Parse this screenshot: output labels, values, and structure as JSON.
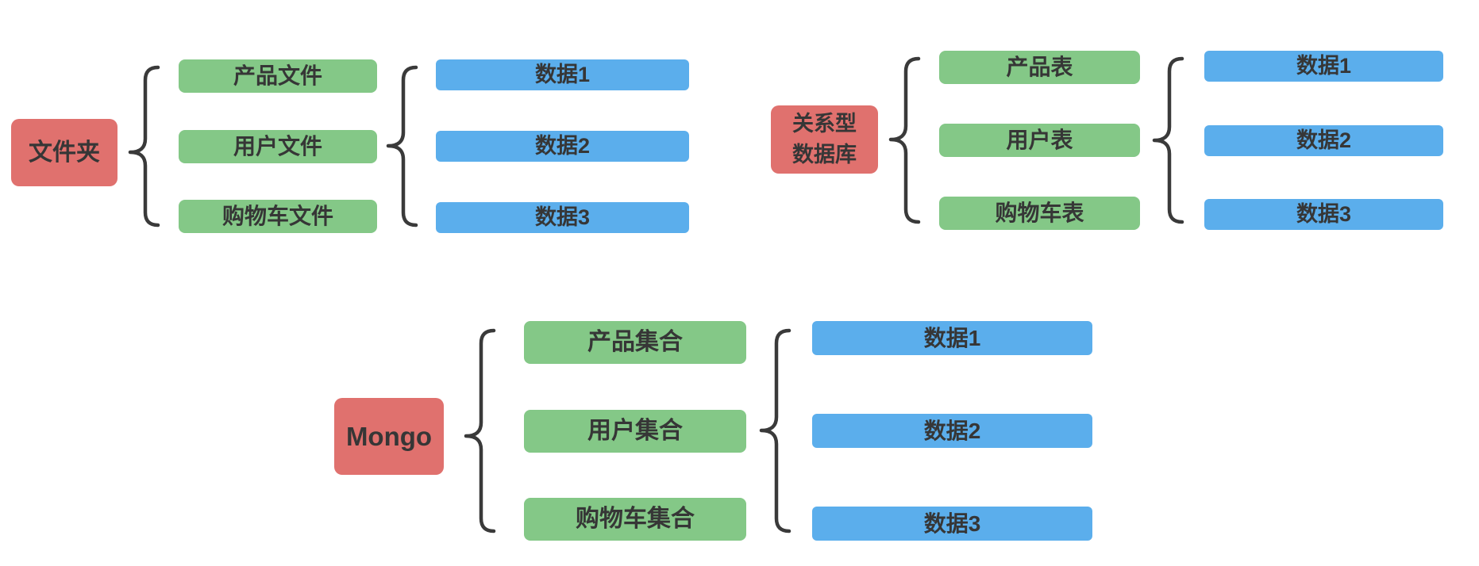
{
  "diagram": {
    "colors": {
      "root_fill": "#E0716E",
      "branch_fill": "#84C887",
      "leaf_fill": "#5BAEEC",
      "text": "#363636",
      "brace_stroke": "#3A3A3A",
      "background": "#FFFFFF"
    },
    "groups": [
      {
        "name": "folder",
        "root_lines": [
          "文件夹"
        ],
        "branches": [
          "产品文件",
          "用户文件",
          "购物车文件"
        ],
        "leaves": [
          "数据1",
          "数据2",
          "数据3"
        ]
      },
      {
        "name": "relational-database",
        "root_lines": [
          "关系型",
          "数据库"
        ],
        "branches": [
          "产品表",
          "用户表",
          "购物车表"
        ],
        "leaves": [
          "数据1",
          "数据2",
          "数据3"
        ]
      },
      {
        "name": "mongo",
        "root_lines": [
          "Mongo"
        ],
        "branches": [
          "产品集合",
          "用户集合",
          "购物车集合"
        ],
        "leaves": [
          "数据1",
          "数据2",
          "数据3"
        ]
      }
    ]
  }
}
